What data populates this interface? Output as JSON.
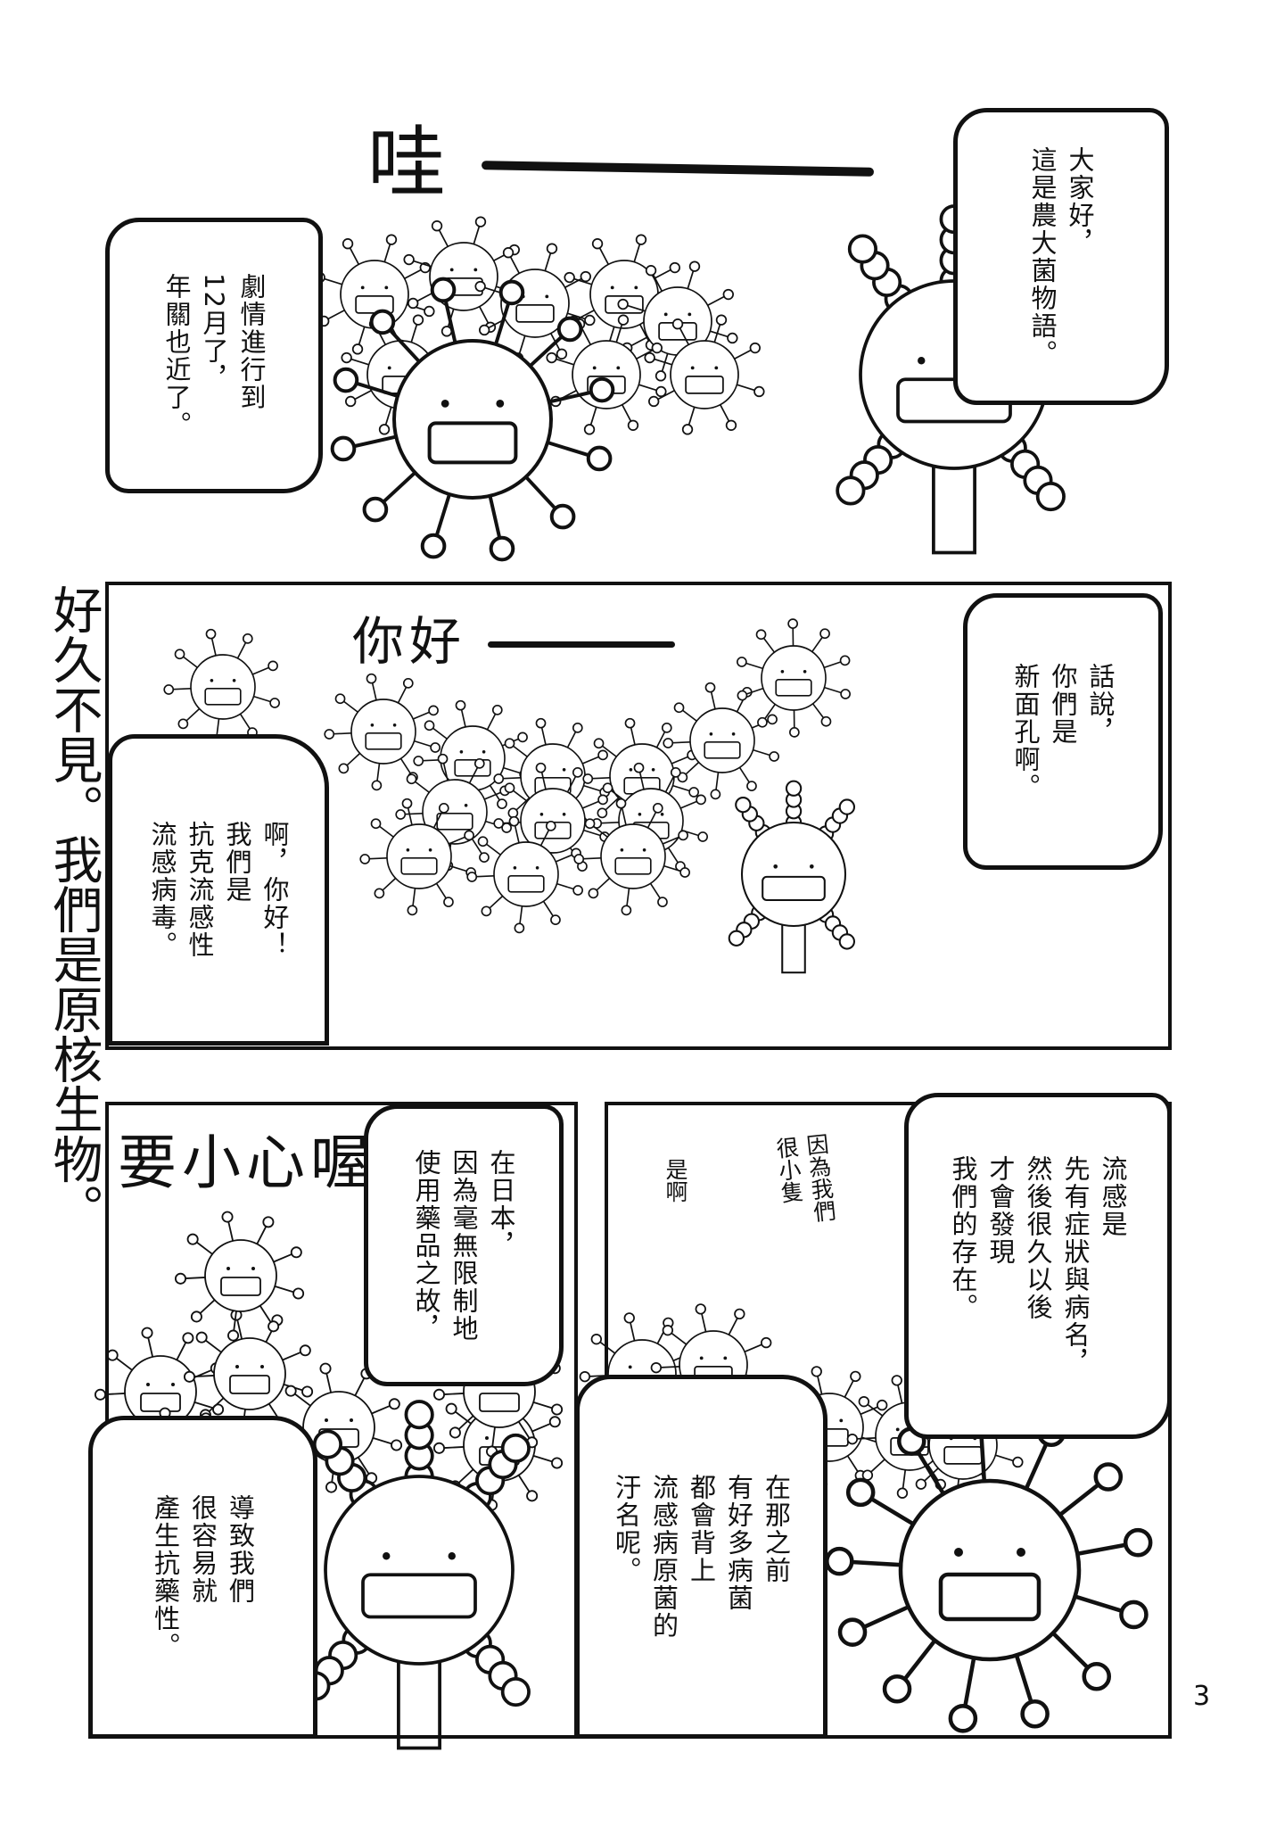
{
  "page_number": "3",
  "side_caption": "好久不見。我們是原核生物。",
  "panel1": {
    "sfx": "哇",
    "bubble_right": [
      "大家好，",
      "這是農大菌物語。"
    ],
    "bubble_left": [
      "劇情進行到",
      "12月了，",
      "年關也近了。"
    ]
  },
  "panel2": {
    "sfx": "你好",
    "bubble_right": [
      "話說，",
      "你們是",
      "新面孔啊。"
    ],
    "bubble_left": [
      "啊，你好！",
      "我們是",
      "抗克流感性",
      "流感病毒。"
    ]
  },
  "panel3": {
    "sfx": "要小心喔",
    "bubble_top": [
      "在日本，",
      "因為毫無限制地",
      "使用藥品之故，"
    ],
    "bubble_bottom": [
      "導致我們",
      "很容易就",
      "產生抗藥性。"
    ]
  },
  "panel4": {
    "handwritten_1": [
      "因為我們",
      "很小隻"
    ],
    "handwritten_2": "是啊",
    "bubble_top": [
      "流感是",
      "先有症狀與病名，",
      "然後很久以後",
      "才會發現",
      "我們的存在。"
    ],
    "bubble_bottom": [
      "在那之前",
      "有好多病菌",
      "都會背上",
      "流感病原菌的",
      "汙名呢。"
    ]
  },
  "colors": {
    "ink": "#111111",
    "paper": "#ffffff"
  }
}
